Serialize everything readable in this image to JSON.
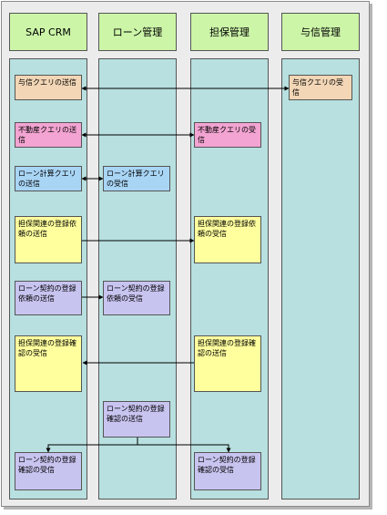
{
  "headers": [
    "SAP CRM",
    "ローン管理",
    "担保管理",
    "与信管理"
  ],
  "boxes": {
    "b1": "与信クエリの送信",
    "b2": "与信クエリの受信",
    "b3": "不動産クエリの送信",
    "b4": "不動産クエリの受信",
    "b5": "ローン計算クエリの送信",
    "b6": "ローン計算クエリの受信",
    "b7": "担保関連の登録依頼の送信",
    "b8": "担保関連の登録依頼の受信",
    "b9": "ローン契約の登録依頼の送信",
    "b10": "ローン契約の登録依頼の受信",
    "b11": "担保関連の登録確認の受信",
    "b12": "担保関連の登録確認の送信",
    "b13": "ローン契約の登録確認の送信",
    "b14": "ローン契約の登録確認の受信",
    "b15": "ローン契約の登録確認の受信"
  }
}
